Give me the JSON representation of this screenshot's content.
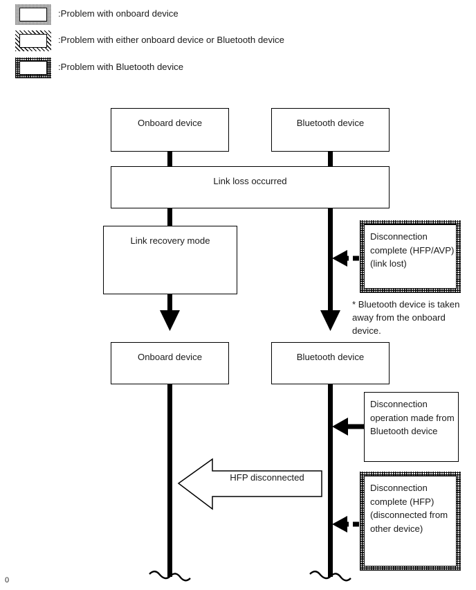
{
  "legend": {
    "items": [
      {
        "pattern": "onboard",
        "swatch_name": "legend-swatch-onboard",
        "label": ":Problem with onboard device"
      },
      {
        "pattern": "either",
        "swatch_name": "legend-swatch-either",
        "label": ":Problem with either onboard device or Bluetooth device"
      },
      {
        "pattern": "bluetooth",
        "swatch_name": "legend-swatch-bluetooth",
        "label": ":Problem with Bluetooth device"
      }
    ]
  },
  "diagram": {
    "row1": {
      "onboard": "Onboard device",
      "bluetooth": "Bluetooth device"
    },
    "link_loss": "Link loss occurred",
    "link_recovery": "Link recovery mode",
    "note_link_lost": {
      "line1": "Disconnection",
      "line2": "complete (HFP/AVP)",
      "line3": "(link lost)"
    },
    "footnote": {
      "line1": "* Bluetooth device is taken",
      "line2": "away from the onboard device."
    },
    "row2": {
      "onboard": "Onboard device",
      "bluetooth": "Bluetooth device"
    },
    "note_disconnect_op": {
      "line1": "Disconnection",
      "line2": "operation made from",
      "line3": "Bluetooth device"
    },
    "hfp_arrow": "HFP disconnected",
    "note_hfp_complete": {
      "line1": "Disconnection",
      "line2": "complete (HFP)",
      "line3": "(disconnected from",
      "line4": "other device)"
    }
  },
  "page_number": "0",
  "colors": {
    "stroke": "#000000",
    "background": "#ffffff",
    "text": "#1a1a1a"
  }
}
